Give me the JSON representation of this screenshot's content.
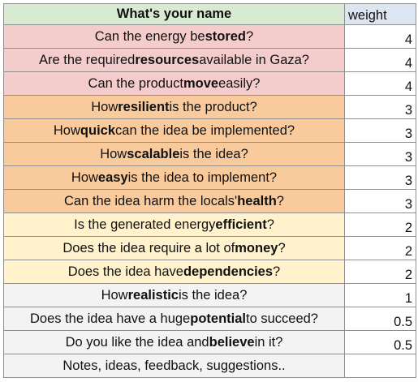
{
  "header": {
    "title": "What's your name",
    "weight_label": "weight"
  },
  "colors": {
    "red": "#f4cccc",
    "orange": "#f9cb9c",
    "yellow": "#fff2cc",
    "grey": "#f3f3f3",
    "header_green": "#d9ead3",
    "header_blue": "#dce6f1"
  },
  "rows": [
    {
      "pre": "Can the energy be ",
      "bold": "stored",
      "post": "?",
      "weight": "4"
    },
    {
      "pre": "Are the required ",
      "bold": "resources",
      "post": " available in Gaza?",
      "weight": "4"
    },
    {
      "pre": "Can the product ",
      "bold": "move",
      "post": " easily?",
      "weight": "4"
    },
    {
      "pre": "How ",
      "bold": "resilient",
      "post": " is the product?",
      "weight": "3"
    },
    {
      "pre": "How ",
      "bold": "quick",
      "post": " can the idea be implemented?",
      "weight": "3"
    },
    {
      "pre": "How ",
      "bold": "scalable",
      "post": " is the idea?",
      "weight": "3"
    },
    {
      "pre": "How ",
      "bold": "easy",
      "post": " is the idea to implement?",
      "weight": "3"
    },
    {
      "pre": "Can the idea harm the locals' ",
      "bold": "health",
      "post": "?",
      "weight": "3"
    },
    {
      "pre": "Is the generated energy ",
      "bold": "efficient",
      "post": "?",
      "weight": "2"
    },
    {
      "pre": "Does the idea require a lot of ",
      "bold": "money",
      "post": "?",
      "weight": "2"
    },
    {
      "pre": "Does the idea have ",
      "bold": "dependencies",
      "post": "?",
      "weight": "2"
    },
    {
      "pre": "How ",
      "bold": "realistic",
      "post": " is the idea?",
      "weight": "1"
    },
    {
      "pre": "Does the idea have a huge ",
      "bold": "potential",
      "post": " to succeed?",
      "weight": "0.5"
    },
    {
      "pre": "Do you like the idea and ",
      "bold": "believe",
      "post": " in it?",
      "weight": "0.5"
    }
  ],
  "notes": {
    "label": "Notes, ideas, feedback, suggestions..",
    "weight": ""
  }
}
